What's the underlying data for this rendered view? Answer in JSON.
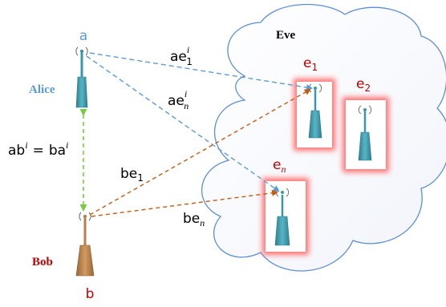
{
  "nodes": {
    "a": "a",
    "alice": "Alice",
    "b": "b",
    "bob": "Bob",
    "eve": "Eve",
    "e1_base": "e",
    "e1_sub": "1",
    "e2_base": "e",
    "e2_sub": "2",
    "en_base": "e",
    "en_sub": "n"
  },
  "links": {
    "ae1_base": "ae",
    "ae1_sup": "i",
    "ae1_sub": "1",
    "aen_base": "ae",
    "aen_sup": "i",
    "aen_sub": "n",
    "be1_base": "be",
    "be1_sub": "1",
    "ben_base": "be",
    "ben_sub": "n",
    "ab_lhs_base": "ab",
    "ab_lhs_sup": "i",
    "ab_eq": "=",
    "ab_rhs_base": "ba",
    "ab_rhs_sup": "i"
  },
  "colors": {
    "alice_text": "#5b9bd5",
    "node_red": "#c00000",
    "alice_link": "#5b9bd5",
    "bob_link": "#c55a11",
    "reciprocal_link": "#7ac943",
    "eve_glow": "#ff5b5b",
    "cloud_stroke": "#5b8fd6",
    "antenna_teal": "#3b97a8",
    "antenna_brown": "#b8804e"
  }
}
